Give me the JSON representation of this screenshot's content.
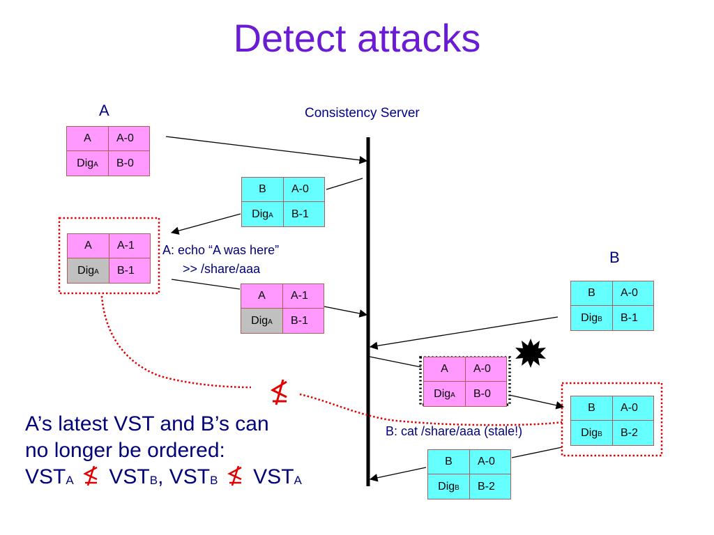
{
  "slide": {
    "title": "Detect attacks",
    "client_a_label": "A",
    "client_b_label": "B",
    "server_label": "Consistency Server"
  },
  "tables": {
    "a_initial": {
      "r1c1": "A",
      "r1c2": "A-0",
      "dig": "Dig",
      "dig_sub": "A",
      "r2c2": "B-0"
    },
    "b_to_a": {
      "r1c1": "B",
      "r1c2": "A-0",
      "dig": "Dig",
      "dig_sub": "A",
      "r2c2": "B-1"
    },
    "a_local": {
      "r1c1": "A",
      "r1c2": "A-1",
      "dig": "Dig",
      "dig_sub": "A",
      "r2c2": "B-1"
    },
    "a_sent": {
      "r1c1": "A",
      "r1c2": "A-1",
      "dig": "Dig",
      "dig_sub": "A",
      "r2c2": "B-1"
    },
    "b_initial": {
      "r1c1": "B",
      "r1c2": "A-0",
      "dig": "Dig",
      "dig_sub": "B",
      "r2c2": "B-1"
    },
    "stale": {
      "r1c1": "A",
      "r1c2": "A-0",
      "dig": "Dig",
      "dig_sub": "A",
      "r2c2": "B-0"
    },
    "b_local": {
      "r1c1": "B",
      "r1c2": "A-0",
      "dig": "Dig",
      "dig_sub": "B",
      "r2c2": "B-2"
    },
    "b_sent": {
      "r1c1": "B",
      "r1c2": "A-0",
      "dig": "Dig",
      "dig_sub": "B",
      "r2c2": "B-2"
    }
  },
  "notes": {
    "echo_line1": "A: echo “A was here”",
    "echo_line2": ">> /share/aaa",
    "cat_stale": "B: cat /share/aaa (stale!)"
  },
  "conclusion": {
    "line1": "A’s latest VST and B’s can",
    "line2": "no longer be ordered:",
    "vst": "VST",
    "sub_a": "A",
    "sub_b": "B",
    "comma": ","
  },
  "colors": {
    "title": "#6a1cd4",
    "client_a_version": "#ff99ff",
    "client_b_version": "#66ffff",
    "digest_highlight": "#c0c0c0",
    "alert_red": "#e00000"
  }
}
